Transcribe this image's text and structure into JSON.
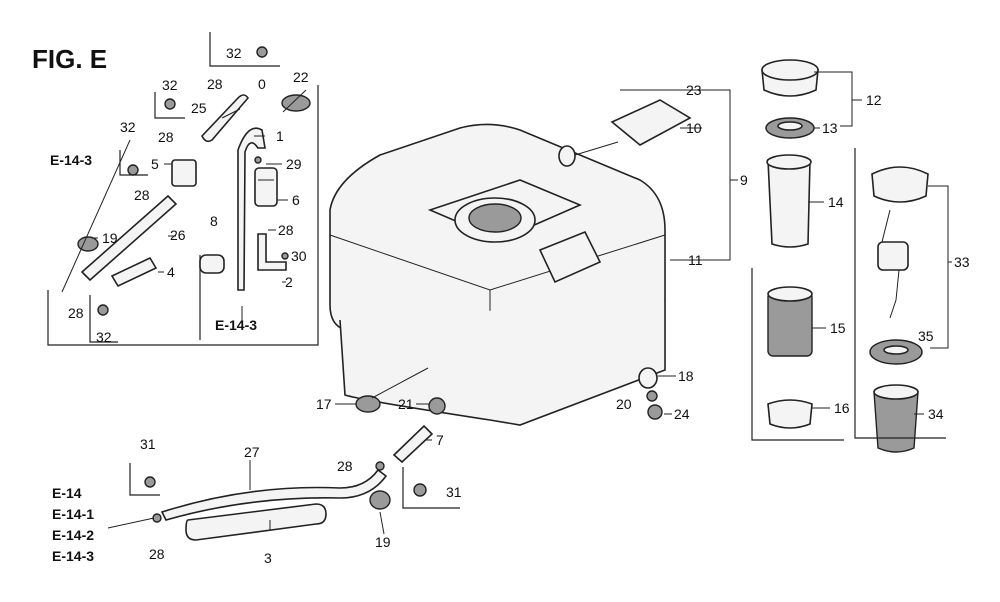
{
  "figure": {
    "title": "FIG. E"
  },
  "refs": {
    "upper": "E-14-3",
    "mid": "E-14-3",
    "bottom": [
      "E-14",
      "E-14-1",
      "E-14-2",
      "E-14-3"
    ]
  },
  "callouts": {
    "c1": "1",
    "c2": "2",
    "c3": "3",
    "c4": "4",
    "c5": "5",
    "c6": "6",
    "c7": "7",
    "c8": "8",
    "c9": "9",
    "c10": "10",
    "c11": "11",
    "c12": "12",
    "c13": "13",
    "c14": "14",
    "c15": "15",
    "c16": "16",
    "c17": "17",
    "c18": "18",
    "c19a": "19",
    "c19b": "19",
    "c20": "20",
    "c21": "21",
    "c22": "22",
    "c23": "23",
    "c24": "24",
    "c25": "25",
    "c26": "26",
    "c27": "27",
    "c28a": "28",
    "c28b": "28",
    "c28c": "28",
    "c28d": "28",
    "c28e": "28",
    "c28f": "28",
    "c28g": "28",
    "c29": "29",
    "c30": "30",
    "c31a": "31",
    "c31b": "31",
    "c32a": "32",
    "c32b": "32",
    "c32c": "32",
    "c32d": "32",
    "c33": "33",
    "c34": "34",
    "c35": "35"
  }
}
